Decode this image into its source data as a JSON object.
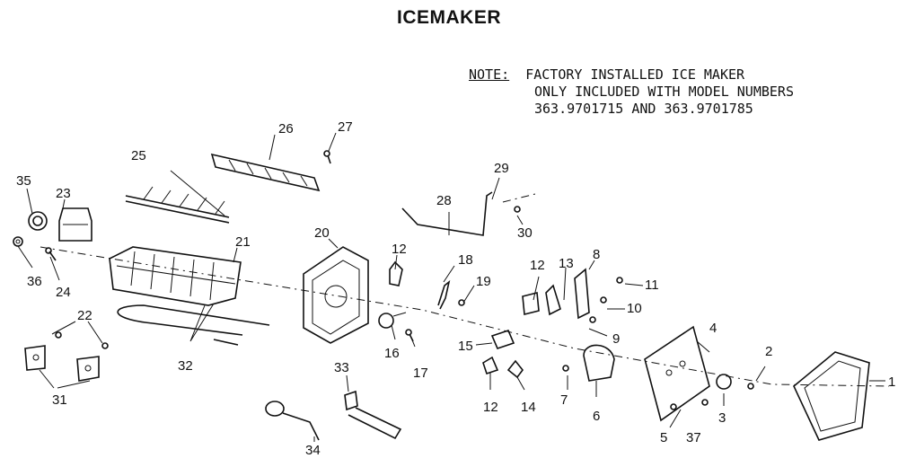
{
  "title": "ICEMAKER",
  "note": {
    "header": "NOTE:",
    "lines": [
      "FACTORY INSTALLED ICE MAKER",
      "ONLY INCLUDED WITH MODEL NUMBERS",
      "363.9701715 AND 363.9701785"
    ]
  },
  "callouts": [
    "1",
    "2",
    "3",
    "4",
    "5",
    "6",
    "7",
    "8",
    "9",
    "10",
    "11",
    "12",
    "12",
    "12",
    "13",
    "14",
    "15",
    "16",
    "17",
    "18",
    "19",
    "20",
    "21",
    "22",
    "23",
    "24",
    "25",
    "26",
    "27",
    "28",
    "29",
    "30",
    "31",
    "32",
    "33",
    "34",
    "35",
    "36",
    "37"
  ]
}
